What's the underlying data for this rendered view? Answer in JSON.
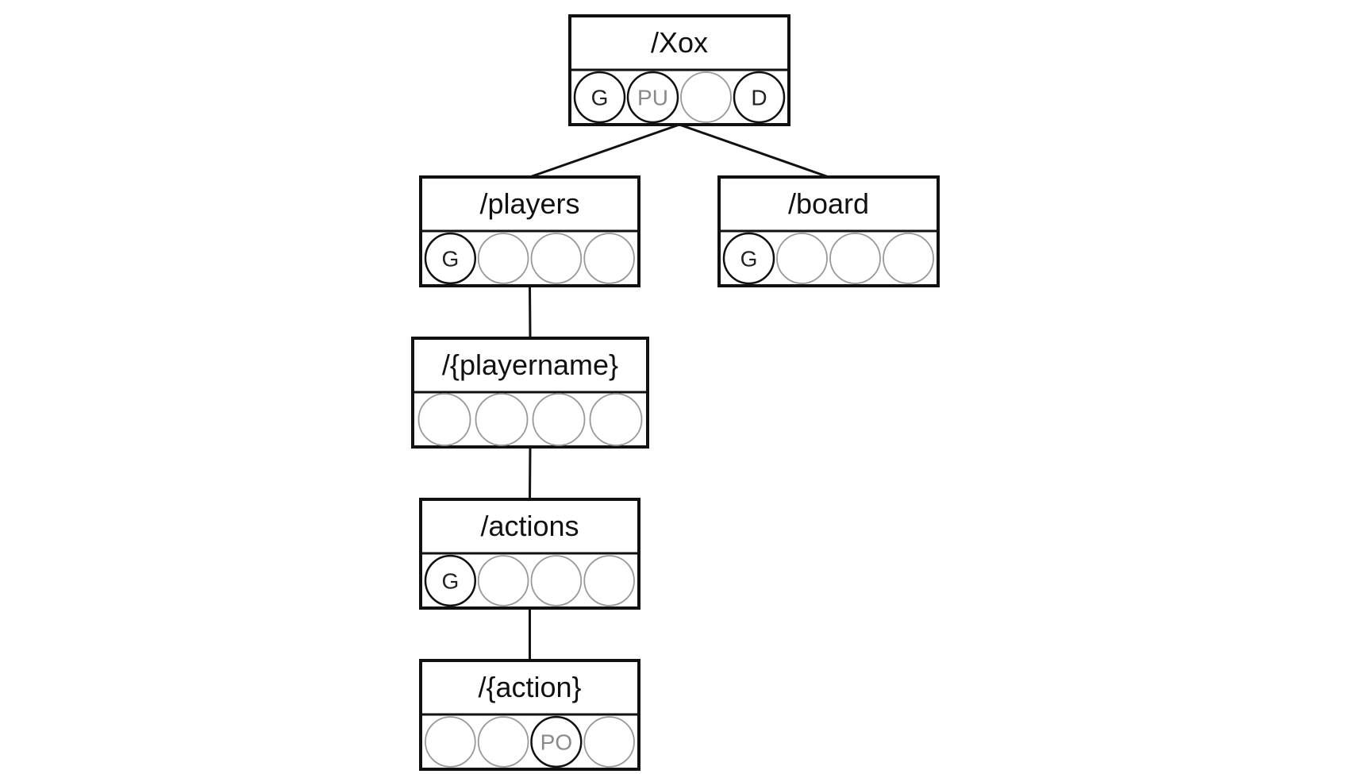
{
  "nodes": [
    {
      "id": "xox",
      "title": "/Xox",
      "slots": [
        "G",
        "PU",
        "",
        "D"
      ]
    },
    {
      "id": "players",
      "title": "/players",
      "slots": [
        "G",
        "",
        "",
        ""
      ]
    },
    {
      "id": "board",
      "title": "/board",
      "slots": [
        "G",
        "",
        "",
        ""
      ]
    },
    {
      "id": "playername",
      "title": "/{playername}",
      "slots": [
        "",
        "",
        "",
        ""
      ]
    },
    {
      "id": "actions",
      "title": "/actions",
      "slots": [
        "G",
        "",
        "",
        ""
      ]
    },
    {
      "id": "action",
      "title": "/{action}",
      "slots": [
        "",
        "",
        "PO",
        ""
      ]
    }
  ],
  "edges": [
    {
      "from": "xox",
      "to": "players"
    },
    {
      "from": "xox",
      "to": "board"
    },
    {
      "from": "players",
      "to": "playername"
    },
    {
      "from": "playername",
      "to": "actions"
    },
    {
      "from": "actions",
      "to": "action"
    }
  ],
  "colors": {
    "line": "#111111",
    "empty_slot": "#999999",
    "muted_text": "#8a8a8a",
    "text": "#222222"
  }
}
